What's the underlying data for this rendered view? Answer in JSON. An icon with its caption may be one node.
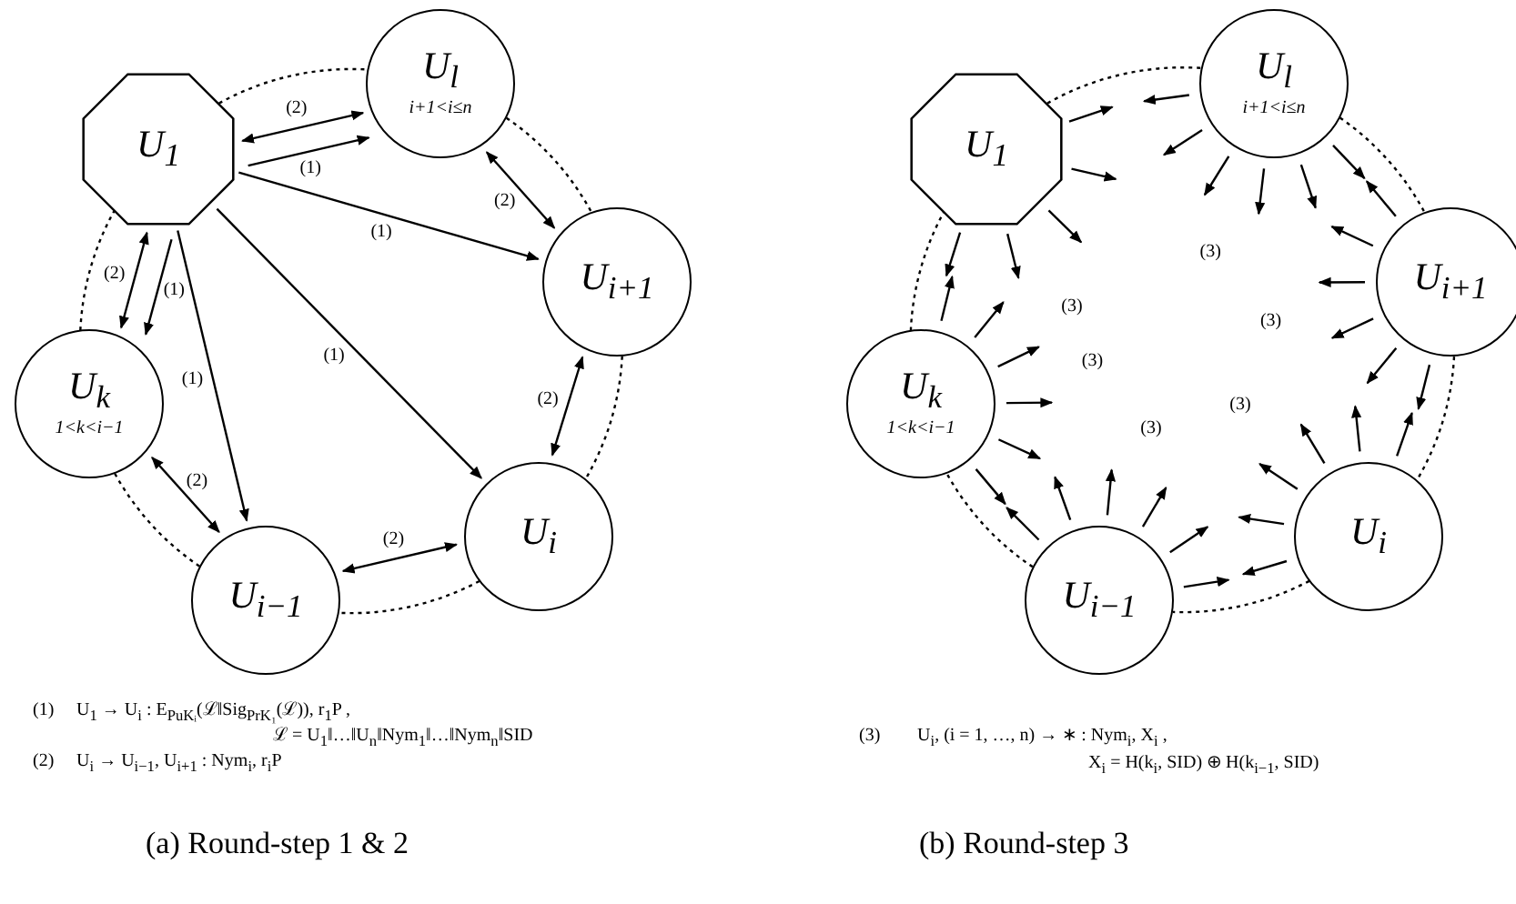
{
  "diagram": {
    "nodes": [
      {
        "text": [
          "U$_{1}$"
        ]
      },
      {
        "text": [
          "U$_{l}$",
          "i+1<i≤n"
        ]
      },
      {
        "text": [
          "U$_{i+1}$"
        ]
      },
      {
        "text": [
          "U$_{i}$"
        ]
      },
      {
        "text": [
          "U$_{i−1}$"
        ]
      },
      {
        "text": [
          "U$_{k}$",
          "1<k<i−1"
        ]
      },
      {
        "text": [
          "U$_{1}$"
        ]
      },
      {
        "text": [
          "U$_{l}$",
          "i+1<i≤n"
        ]
      },
      {
        "text": [
          "U$_{i+1}$"
        ]
      },
      {
        "text": [
          "U$_{i}$"
        ]
      },
      {
        "text": [
          "U$_{i−1}$"
        ]
      },
      {
        "text": [
          "U$_{k}$",
          "1<k<i−1"
        ]
      }
    ],
    "edges": [
      {
        "from": 0,
        "to": 1,
        "arrow": "to",
        "label": "(1)"
      },
      {
        "from": 0,
        "to": 2,
        "arrow": "to",
        "label": "(1)"
      },
      {
        "from": 0,
        "to": 3,
        "arrow": "to",
        "label": "(1)"
      },
      {
        "from": 0,
        "to": 4,
        "arrow": "to",
        "label": "(1)"
      },
      {
        "from": 0,
        "to": 5,
        "arrow": "to",
        "label": "(1)"
      },
      {
        "from": 0,
        "to": 1,
        "arrow": "both",
        "label": "(2)"
      },
      {
        "from": 1,
        "to": 2,
        "arrow": "both",
        "label": "(2)"
      },
      {
        "from": 2,
        "to": 3,
        "arrow": "both",
        "label": "(2)"
      },
      {
        "from": 3,
        "to": 4,
        "arrow": "both",
        "label": "(2)"
      },
      {
        "from": 4,
        "to": 5,
        "arrow": "both",
        "label": "(2)"
      },
      {
        "from": 5,
        "to": 0,
        "arrow": "both",
        "label": "(2)"
      },
      {
        "from": 0,
        "to": 1,
        "arrow": "none",
        "style": "dashed"
      },
      {
        "from": 1,
        "to": 2,
        "arrow": "none",
        "style": "dashed"
      },
      {
        "from": 2,
        "to": 3,
        "arrow": "none",
        "style": "dashed"
      },
      {
        "from": 3,
        "to": 4,
        "arrow": "none",
        "style": "dashed"
      },
      {
        "from": 4,
        "to": 5,
        "arrow": "none",
        "style": "dashed"
      },
      {
        "from": 5,
        "to": 0,
        "arrow": "none",
        "style": "dashed"
      },
      {
        "from": 6,
        "to": 7,
        "arrow": "none",
        "style": "dashed"
      },
      {
        "from": 7,
        "to": 8,
        "arrow": "none",
        "style": "dashed"
      },
      {
        "from": 8,
        "to": 9,
        "arrow": "none",
        "style": "dashed"
      },
      {
        "from": 9,
        "to": 10,
        "arrow": "none",
        "style": "dashed"
      },
      {
        "from": 10,
        "to": 11,
        "arrow": "none",
        "style": "dashed"
      },
      {
        "from": 11,
        "to": 6,
        "arrow": "none",
        "style": "dashed"
      },
      {
        "from": 6,
        "to": null,
        "arrow": "to"
      },
      {
        "from": 6,
        "to": null,
        "arrow": "to"
      },
      {
        "from": 6,
        "to": null,
        "arrow": "to"
      },
      {
        "from": 6,
        "to": null,
        "arrow": "to"
      },
      {
        "from": 6,
        "to": null,
        "arrow": "to"
      },
      {
        "from": 7,
        "to": null,
        "arrow": "to"
      },
      {
        "from": 7,
        "to": null,
        "arrow": "to"
      },
      {
        "from": 7,
        "to": null,
        "arrow": "to"
      },
      {
        "from": 7,
        "to": null,
        "arrow": "to"
      },
      {
        "from": 7,
        "to": null,
        "arrow": "to"
      },
      {
        "from": 7,
        "to": null,
        "arrow": "to"
      },
      {
        "from": 8,
        "to": null,
        "arrow": "to"
      },
      {
        "from": 8,
        "to": null,
        "arrow": "to"
      },
      {
        "from": 8,
        "to": null,
        "arrow": "to"
      },
      {
        "from": 8,
        "to": null,
        "arrow": "to"
      },
      {
        "from": 8,
        "to": null,
        "arrow": "to"
      },
      {
        "from": 8,
        "to": null,
        "arrow": "to"
      },
      {
        "from": 9,
        "to": null,
        "arrow": "to"
      },
      {
        "from": 9,
        "to": null,
        "arrow": "to"
      },
      {
        "from": 9,
        "to": null,
        "arrow": "to"
      },
      {
        "from": 9,
        "to": null,
        "arrow": "to"
      },
      {
        "from": 9,
        "to": null,
        "arrow": "to"
      },
      {
        "from": 9,
        "to": null,
        "arrow": "to"
      },
      {
        "from": 10,
        "to": null,
        "arrow": "to"
      },
      {
        "from": 10,
        "to": null,
        "arrow": "to"
      },
      {
        "from": 10,
        "to": null,
        "arrow": "to"
      },
      {
        "from": 10,
        "to": null,
        "arrow": "to"
      },
      {
        "from": 10,
        "to": null,
        "arrow": "to"
      },
      {
        "from": 10,
        "to": null,
        "arrow": "to"
      },
      {
        "from": 11,
        "to": null,
        "arrow": "to"
      },
      {
        "from": 11,
        "to": null,
        "arrow": "to"
      },
      {
        "from": 11,
        "to": null,
        "arrow": "to"
      },
      {
        "from": 11,
        "to": null,
        "arrow": "to"
      },
      {
        "from": 11,
        "to": null,
        "arrow": "to"
      },
      {
        "from": 11,
        "to": null,
        "arrow": "to"
      }
    ],
    "labels": [
      "(1)",
      "U$_{1}$ → U$_{i}$ : E$_{PuKᵢ}$(ℒ‖Sig$_{PrK₁}$(ℒ)), r$_{1}$P ,",
      "ℒ = U$_{1}$‖…‖U$_{n}$‖Nym$_{1}$‖…‖Nym$_{n}$‖SID",
      "(2)",
      "U$_{i}$ → U$_{i−1}$, U$_{i+1}$ : Nym$_{i}$, r$_{i}$P",
      "(3)",
      "(3)",
      "(3)",
      "(3)",
      "(3)",
      "(3)",
      "(3)",
      "U$_{i}$, (i = 1, …, n) → ∗ : Nym$_{i}$, X$_{i}$ ,",
      "X$_{i}$ = H(k$_{i}$, SID) ⊕ H(k$_{i−1}$, SID)",
      "(a) Round-step 1 & 2",
      "(b) Round-step 3"
    ]
  }
}
